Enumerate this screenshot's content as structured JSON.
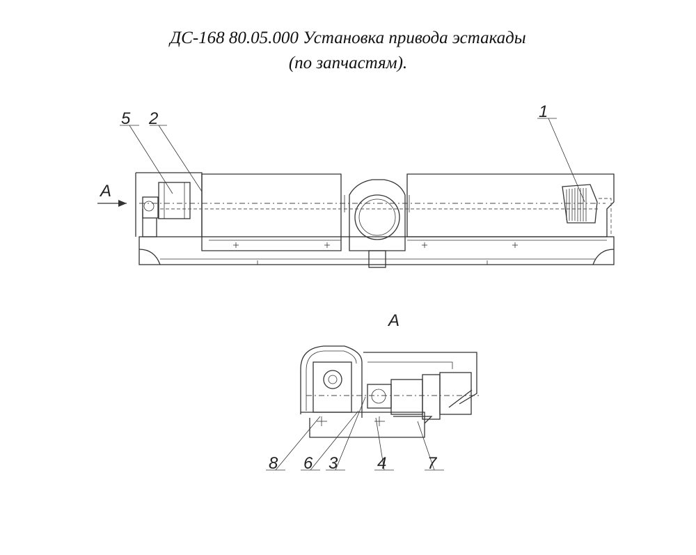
{
  "title": {
    "line1": "ДС-168 80.05.000 Установка привода эстакады",
    "line2": "(по запчастям)."
  },
  "view_arrow_label": "А",
  "view_title": "А",
  "callouts": {
    "c1": "1",
    "c2": "2",
    "c3": "3",
    "c4": "4",
    "c5": "5",
    "c6": "6",
    "c7": "7",
    "c8": "8"
  }
}
